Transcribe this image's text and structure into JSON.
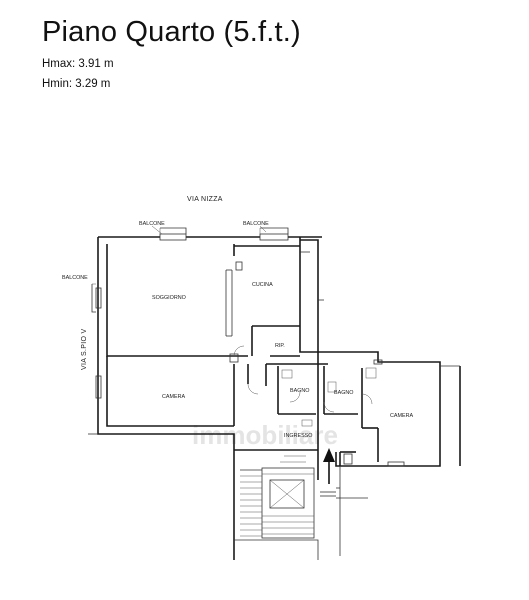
{
  "header": {
    "title": "Piano Quarto (5.f.t.)",
    "hmax": "Hmax: 3.91 m",
    "hmin": "Hmin: 3.29 m"
  },
  "streets": {
    "north": "VIA NIZZA",
    "west": "VIA S.PIO V"
  },
  "rooms": {
    "balcone_1": "BALCONE",
    "balcone_2": "BALCONE",
    "balcone_3": "BALCONE",
    "soggiorno": "SOGGIORNO",
    "cucina": "CUCINA",
    "rip": "RIP.",
    "camera_1": "CAMERA",
    "bagno_1": "BAGNO",
    "bagno_2": "BAGNO",
    "camera_2": "CAMERA",
    "ingresso": "INGRESSO"
  },
  "watermark": "immobiliare"
}
